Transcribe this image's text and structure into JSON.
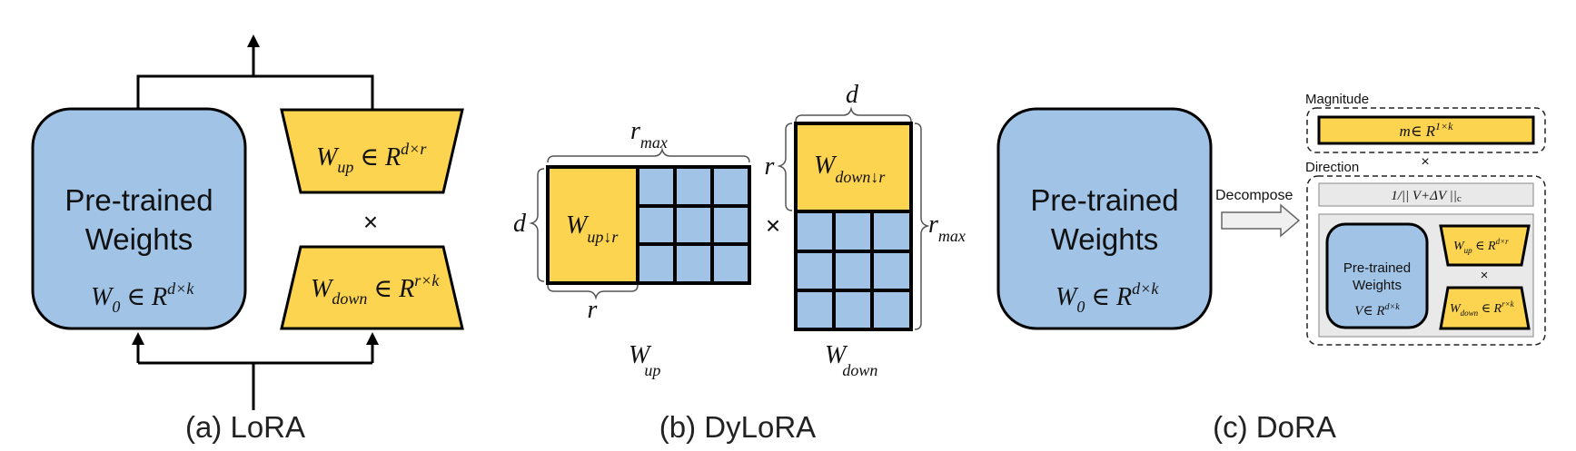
{
  "colors": {
    "blue": "#a0c3e6",
    "yellow": "#fdd44f",
    "panel": "#e9e9e9",
    "stroke": "#000000"
  },
  "lora": {
    "caption": "(a) LoRA",
    "pretrained_line1": "Pre-trained",
    "pretrained_line2": "Weights",
    "w0_main": "W",
    "w0_sub": "0",
    "w0_rest": " ∈ R",
    "w0_sup": "d×k",
    "wup_main": "W",
    "wup_sub": "up",
    "wup_rest": " ∈ R",
    "wup_sup": "d×r",
    "times": "×",
    "wdown_main": "W",
    "wdown_sub": "down",
    "wdown_rest": " ∈ R",
    "wdown_sup": "r×k"
  },
  "dylora": {
    "caption": "(b) DyLoRA",
    "rmax_top_main": "r",
    "rmax_top_sub": "max",
    "d_left": "d",
    "r_bottom": "r",
    "wup_r_main": "W",
    "wup_r_sub": "up↓r",
    "times": "×",
    "d_top": "d",
    "r_left": "r",
    "rmax_right_main": "r",
    "rmax_right_sub": "max",
    "wdown_r_main": "W",
    "wdown_r_sub": "down↓r",
    "wup_label_main": "W",
    "wup_label_sub": "up",
    "wdown_label_main": "W",
    "wdown_label_sub": "down"
  },
  "dora": {
    "caption": "(c) DoRA",
    "pretrained_line1": "Pre-trained",
    "pretrained_line2": "Weights",
    "w0_main": "W",
    "w0_sub": "0",
    "w0_rest": " ∈ R",
    "w0_sup": "d×k",
    "decompose": "Decompose",
    "magnitude_title": "Magnitude",
    "m_main": "m",
    "m_rest": "∈ R",
    "m_sup": "1×k",
    "times1": "×",
    "direction_title": "Direction",
    "norm": "1/|| V+ΔV ||",
    "norm_sub": "c",
    "inner_line1": "Pre-trained",
    "inner_line2": "Weights",
    "v_main": "V",
    "v_rest": "∈ R",
    "v_sup": "d×k",
    "times2": "×",
    "wup_main": "W",
    "wup_sub": "up",
    "wup_rest": " ∈ R",
    "wup_sup": "d×r",
    "wdown_main": "W",
    "wdown_sub": "down",
    "wdown_rest": " ∈ R",
    "wdown_sup": "r×k"
  }
}
